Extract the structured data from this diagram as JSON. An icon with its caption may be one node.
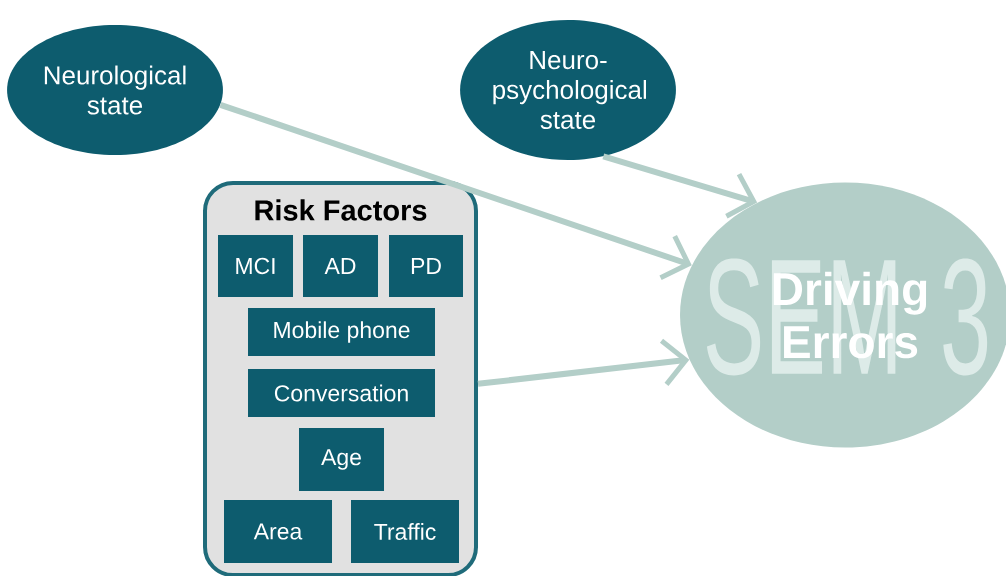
{
  "diagram": {
    "nodes": [
      {
        "text": [
          "Neurological state"
        ]
      },
      {
        "text": [
          "Neuro- psychological state"
        ]
      },
      {
        "text": [
          "Risk Factors"
        ]
      },
      {
        "text": [
          "MCI"
        ],
        "in": 2
      },
      {
        "text": [
          "AD"
        ],
        "in": 2
      },
      {
        "text": [
          "PD"
        ],
        "in": 2
      },
      {
        "text": [
          "Mobile phone"
        ],
        "in": 2
      },
      {
        "text": [
          "Conversation"
        ],
        "in": 2
      },
      {
        "text": [
          "Age"
        ],
        "in": 2
      },
      {
        "text": [
          "Area"
        ],
        "in": 2
      },
      {
        "text": [
          "Traffic"
        ],
        "in": 2
      },
      {
        "text": [
          "Driving Errors",
          "SEM 3"
        ]
      }
    ],
    "edges": [
      {
        "from": 0,
        "to": 11,
        "arrow": "to"
      },
      {
        "from": 1,
        "to": 11,
        "arrow": "to"
      },
      {
        "from": 2,
        "to": 11,
        "arrow": "to"
      }
    ]
  }
}
